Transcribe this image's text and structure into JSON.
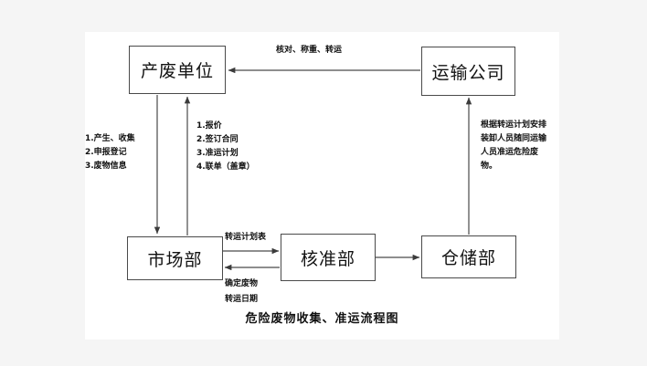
{
  "diagram": {
    "title": "危险废物收集、准运流程图",
    "type": "flowchart",
    "canvas_color": "#ffffff",
    "page_color": "#f5f5f5",
    "line_color": "#4a4a4a",
    "text_color": "#111111",
    "nodes": [
      {
        "id": "producer",
        "label": "产废单位"
      },
      {
        "id": "carrier",
        "label": "运输公司"
      },
      {
        "id": "market",
        "label": "市场部"
      },
      {
        "id": "approval",
        "label": "核准部"
      },
      {
        "id": "storage",
        "label": "仓储部"
      }
    ],
    "edges": [
      {
        "id": "carrier-to-producer",
        "from": "carrier",
        "to": "producer",
        "label": "核对、称重、转运"
      },
      {
        "id": "producer-to-market",
        "from": "producer",
        "to": "market",
        "label": "1.产生、收集\n2.申报登记\n3.废物信息"
      },
      {
        "id": "market-to-producer",
        "from": "market",
        "to": "producer",
        "label": "1.报价\n2.签订合同\n3.准运计划\n4.联单（盖章）"
      },
      {
        "id": "storage-to-carrier",
        "from": "storage",
        "to": "carrier",
        "label": "根据转运计划安排装卸人员随同运输人员准运危险废物。"
      },
      {
        "id": "market-to-approval",
        "from": "market",
        "to": "approval",
        "label": "转运计划表"
      },
      {
        "id": "approval-to-market",
        "from": "approval",
        "to": "market",
        "label": "确定废物\n转运日期"
      },
      {
        "id": "approval-to-storage",
        "from": "approval",
        "to": "storage",
        "label": ""
      }
    ],
    "labels": {
      "top_arrow": "核对、称重、转运",
      "left_list": [
        "1.产生、收集",
        "2.申报登记",
        "3.废物信息"
      ],
      "mid_list": [
        "1.报价",
        "2.签订合同",
        "3.准运计划",
        "4.联单（盖章）"
      ],
      "right_block": "根据转运计划安排装卸人员随同运输人员准运危险废物。",
      "plan_table": "转运计划表",
      "confirm_line1": "确定废物",
      "confirm_line2": "转运日期"
    }
  }
}
